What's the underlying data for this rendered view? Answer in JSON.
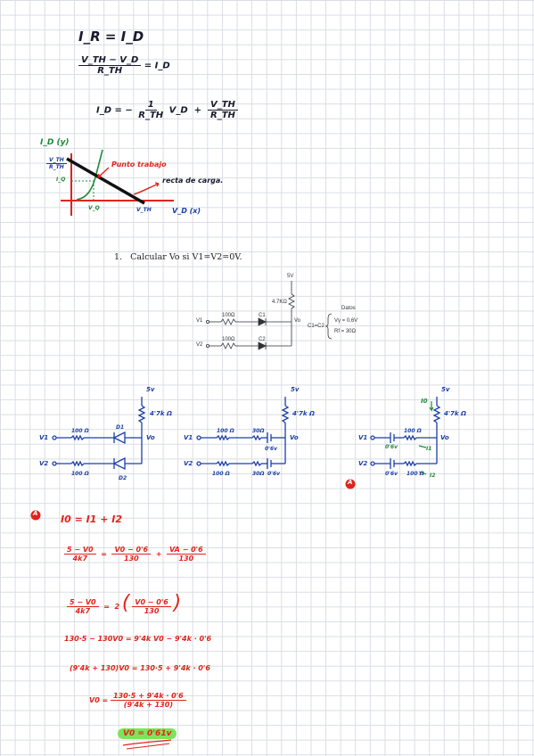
{
  "notes": {
    "eq1": "I_R = I_D",
    "eq2_num": "V_TH − V_D",
    "eq2_den": "R_TH",
    "eq2_rhs": "= I_D",
    "eq3_lhs": "I_D =",
    "eq3_t1_num": "1",
    "eq3_t1_den": "R_TH",
    "eq3_t1_var": "V_D",
    "eq3_t2_num": "V_TH",
    "eq3_t2_den": "R_TH",
    "graph_ylabel": "I_D (y)",
    "graph_y_intercept_num": "V_TH",
    "graph_y_intercept_den": "R_TH",
    "graph_iq": "I_Q",
    "graph_vq": "V_Q",
    "graph_vth": "V_TH",
    "graph_xlabel": "V_D (x)",
    "graph_punto": "Punto trabajo",
    "graph_recta": "recta de carga."
  },
  "problem": {
    "number": "1.",
    "statement": "Calcular Vo si V1=V2=0V.",
    "supply": "5V",
    "r_pullup": "4.7KΩ",
    "r1": "100Ω",
    "r2": "100Ω",
    "c1": "C1",
    "c2": "C2",
    "v1": "V1",
    "v2": "V2",
    "vo": "Vo",
    "datos_title": "Datos",
    "datos_c": "C1=C2",
    "datos_vgamma": "Vγ = 0,6V",
    "datos_rf": "Rf = 30Ω"
  },
  "circuits": {
    "supply": "5v",
    "r_top": "4'7k Ω",
    "r_in": "100 Ω",
    "vo": "Vo",
    "v1": "V1",
    "v2": "V2",
    "d1": "D1",
    "d2": "D2",
    "rf": "30Ω",
    "vg": "0'6v",
    "i0": "I0",
    "i1": "I1",
    "i2": "I2",
    "badge": "A"
  },
  "solution": {
    "badge": "A",
    "l1": "I0 = I1 + I2",
    "l2_a_num": "5 − V0",
    "l2_a_den": "4k7",
    "l2_b_num": "V0 − 0'6",
    "l2_b_den": "130",
    "l2_c_num": "VA − 0'6",
    "l2_c_den": "130",
    "l3_a_num": "5 − V0",
    "l3_a_den": "4k7",
    "l3_coef": "2",
    "l3_b_num": "V0 − 0'6",
    "l3_b_den": "130",
    "l4": "130·5 − 130V0 = 9'4k V0 − 9'4k · 0'6",
    "l5": "(9'4k + 130)V0 = 130·5 + 9'4k · 0'6",
    "l6_lhs": "V0 =",
    "l6_num": "130·5 + 9'4k · 0'6",
    "l6_den": "(9'4k + 130)",
    "result": "V0 = 0'61v"
  }
}
